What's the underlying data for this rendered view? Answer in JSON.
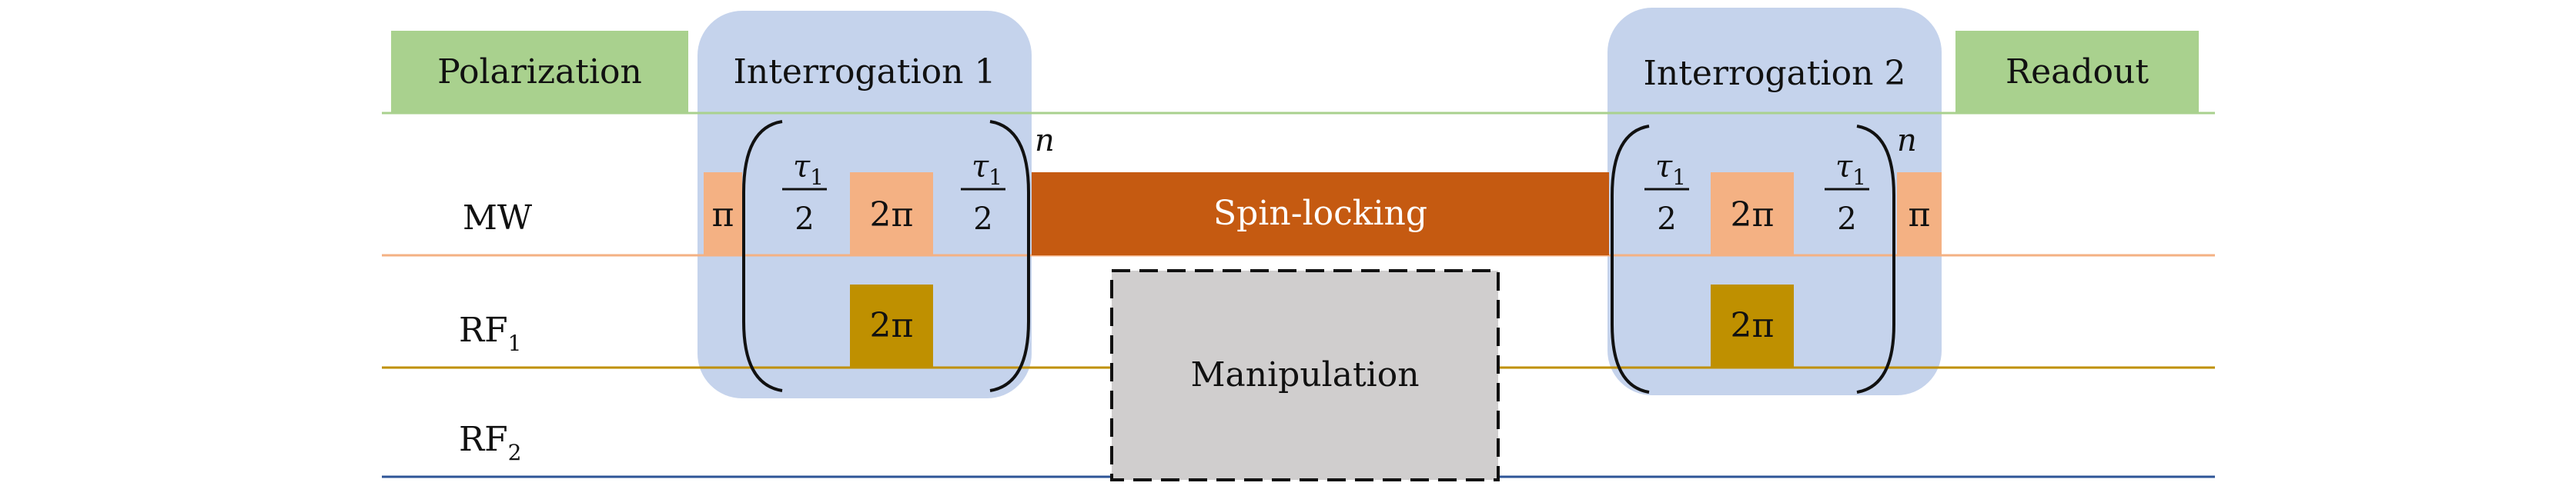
{
  "headers": {
    "polarization": "Polarization",
    "interrogation1": "Interrogation 1",
    "interrogation2": "Interrogation 2",
    "readout": "Readout"
  },
  "rows": {
    "mw": "MW",
    "rf1_main": "RF",
    "rf1_sub": "1",
    "rf2_main": "RF",
    "rf2_sub": "2"
  },
  "pulses": {
    "pi": "π",
    "two_pi": "2π",
    "spin_locking": "Spin-locking",
    "manipulation": "Manipulation"
  },
  "fraction": {
    "tau": "τ",
    "tau_sub": "1",
    "denominator": "2"
  },
  "repeat": "n",
  "colors": {
    "header_green": "#a9d18e",
    "interrogation_blue": "#c5d3ec",
    "mw_pulse": "#f4b183",
    "spin_locking": "#c55a11",
    "rf_pulse": "#bf9000",
    "manipulation": "#d0cece",
    "line_green": "#a9d18e",
    "line_orange": "#f4b183",
    "line_gold": "#bf9000",
    "line_blue": "#2e5597"
  }
}
